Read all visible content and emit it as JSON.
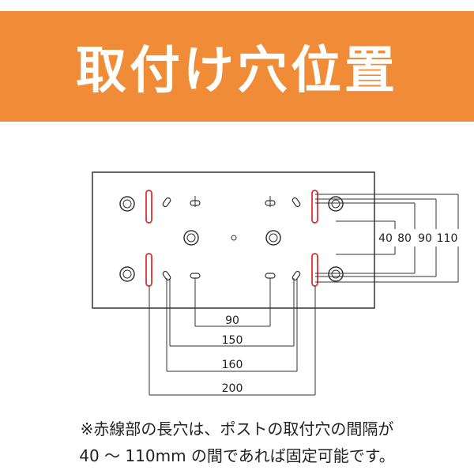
{
  "title": "取付け穴位置",
  "colors": {
    "banner": "#f08c38",
    "slot": "#e03030",
    "line": "#333333"
  },
  "dimensions": {
    "horizontal": [
      "90",
      "150",
      "160",
      "200"
    ],
    "vertical": [
      "40",
      "80",
      "90",
      "110"
    ]
  },
  "note": {
    "line1": "※赤線部の長穴は、ポストの取付穴の間隔が",
    "line2": "40 ～ 110mm の間であれば固定可能です。"
  }
}
